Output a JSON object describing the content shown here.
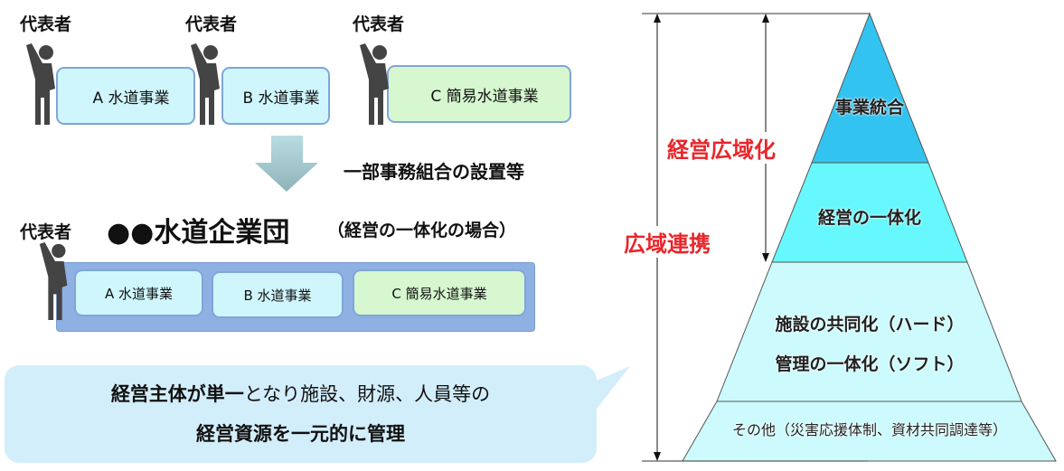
{
  "top": {
    "representative_label": "代表者",
    "units": [
      {
        "label": "A 水道事業"
      },
      {
        "label": "B 水道事業"
      },
      {
        "label": "C 簡易水道事業"
      }
    ]
  },
  "arrow_caption": "一部事務組合の設置等",
  "bottom": {
    "representative_label": "代表者",
    "title": "●●水道企業団",
    "subtitle": "（経営の一体化の場合）",
    "units": [
      {
        "label": "A 水道事業"
      },
      {
        "label": "B 水道事業"
      },
      {
        "label": "C 簡易水道事業"
      }
    ]
  },
  "bubble": {
    "line1_bold": "経営主体が単一",
    "line1_rest": "となり施設、財源、人員等の",
    "line2": "経営資源を一元的に管理"
  },
  "pyramid": {
    "levels": [
      {
        "label": "事業統合",
        "color": "#33c3f0"
      },
      {
        "label": "経営の一体化",
        "color": "#66f8fc"
      },
      {
        "label": "施設の共同化（ハード）",
        "label2": "管理の一体化（ソフト）",
        "color": "#cdfbfd"
      },
      {
        "label": "その他（災害応援体制、資材共同調達等）",
        "color": "#cdfbfd"
      }
    ],
    "inner_range_label": "経営広域化",
    "outer_range_label": "広域連携",
    "accent_color": "#e8262b"
  }
}
